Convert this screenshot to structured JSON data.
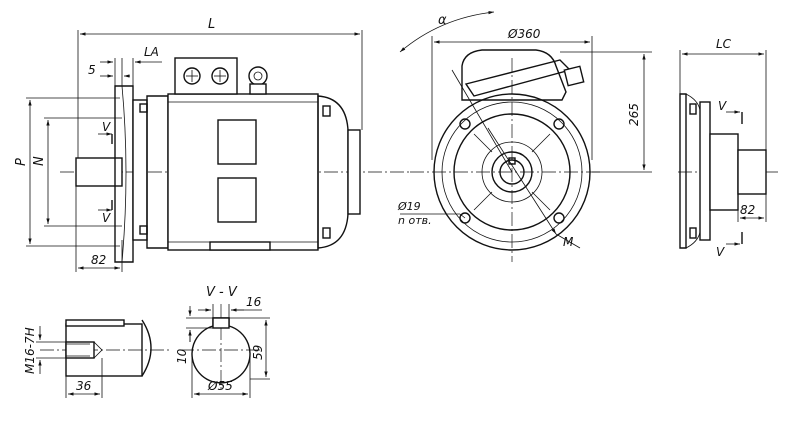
{
  "dimensions": {
    "overall_length": "L",
    "flange_offset": "LA",
    "flange_thickness": "5",
    "flange_diameter": "P",
    "spigot_diameter": "N",
    "shaft_length": "82",
    "side_width": "Ø360",
    "center_height": "265",
    "angle": "α",
    "hole_diameter": "Ø19",
    "hole_count_label": "n отв.",
    "pitch_circle": "M",
    "side_length": "LC",
    "side_shaft_length": "82",
    "section_label": "V - V",
    "key_width": "16",
    "key_depth": "10",
    "shaft_height": "59",
    "shaft_diameter": "Ø55",
    "thread": "M16-7H",
    "thread_depth": "36",
    "section_mark": "V"
  }
}
